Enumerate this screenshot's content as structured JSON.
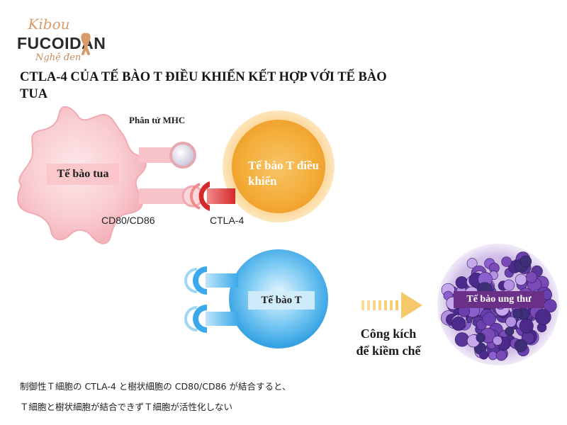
{
  "logo": {
    "script_top": "Kibou",
    "brand": "FUCOIDAN",
    "script_bottom": "Nghệ đen"
  },
  "title": "CTLA-4 CỦA TẾ BÀO T ĐIỀU KHIỂN KẾT HỢP VỚI TẾ BÀO TUA",
  "labels": {
    "mhc": "Phân tử MHC",
    "dendritic_cell": "Tế bào tua",
    "cd80_cd86": "CD80/CD86",
    "ctla4": "CTLA-4",
    "treg": "Tế bào T điều khiển",
    "t_cell": "Tế bào T",
    "cancer_cell": "Tế bào ung thư",
    "attack": "Công kích để kiềm chế"
  },
  "caption": {
    "line1": "制御性Ｔ細胞の CTLA-4 と樹状細胞の CD80/CD86 が結合すると、",
    "line2": "Ｔ細胞と樹状細胞が結合できずＴ細胞が活性化しない"
  },
  "colors": {
    "dendritic": "#f7c6cb",
    "treg": "#f3ad38",
    "tcell": "#4ab2ea",
    "ctla4_red": "#d62a2a",
    "cancer_purple": "#6a2f86",
    "arrow": "#f5c96a",
    "logo_gold": "#d79b6a"
  }
}
